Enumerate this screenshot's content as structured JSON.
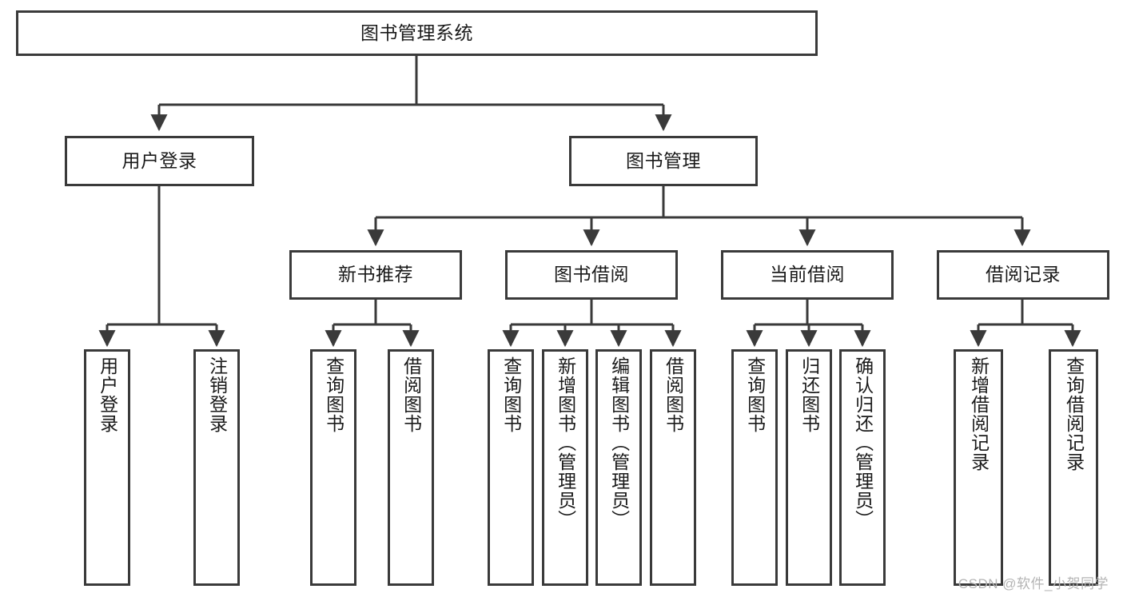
{
  "diagram": {
    "title": "图书管理系统",
    "type": "hierarchy-tree",
    "root": {
      "id": "root",
      "label": "图书管理系统"
    },
    "level1": [
      {
        "id": "user-login",
        "label": "用户登录"
      },
      {
        "id": "book-management",
        "label": "图书管理"
      }
    ],
    "level2": [
      {
        "id": "new-book-recommend",
        "label": "新书推荐"
      },
      {
        "id": "book-borrow",
        "label": "图书借阅"
      },
      {
        "id": "current-borrow",
        "label": "当前借阅"
      },
      {
        "id": "borrow-record",
        "label": "借阅记录"
      }
    ],
    "leaves": {
      "user_login": [
        {
          "id": "leaf-user-login",
          "label": "用户登录"
        },
        {
          "id": "leaf-logout-login",
          "label": "注销登录"
        }
      ],
      "new_book_recommend": [
        {
          "id": "leaf-query-book-1",
          "label": "查询图书"
        },
        {
          "id": "leaf-borrow-book-1",
          "label": "借阅图书"
        }
      ],
      "book_borrow": [
        {
          "id": "leaf-query-book-2",
          "label": "查询图书"
        },
        {
          "id": "leaf-add-book-admin",
          "label": "新增图书（管理员）"
        },
        {
          "id": "leaf-edit-book-admin",
          "label": "编辑图书（管理员）"
        },
        {
          "id": "leaf-borrow-book-2",
          "label": "借阅图书"
        }
      ],
      "current_borrow": [
        {
          "id": "leaf-query-book-3",
          "label": "查询图书"
        },
        {
          "id": "leaf-return-book",
          "label": "归还图书"
        },
        {
          "id": "leaf-confirm-return-admin",
          "label": "确认归还（管理员）"
        }
      ],
      "borrow_record": [
        {
          "id": "leaf-add-borrow-record",
          "label": "新增借阅记录"
        },
        {
          "id": "leaf-query-borrow-record",
          "label": "查询借阅记录"
        }
      ]
    },
    "watermark": "CSDN @软件_小贺同学",
    "colors": {
      "border": "#3a3a3a",
      "background": "#ffffff",
      "text": "#1a1a1a",
      "watermark": "#b4b4b4"
    }
  }
}
